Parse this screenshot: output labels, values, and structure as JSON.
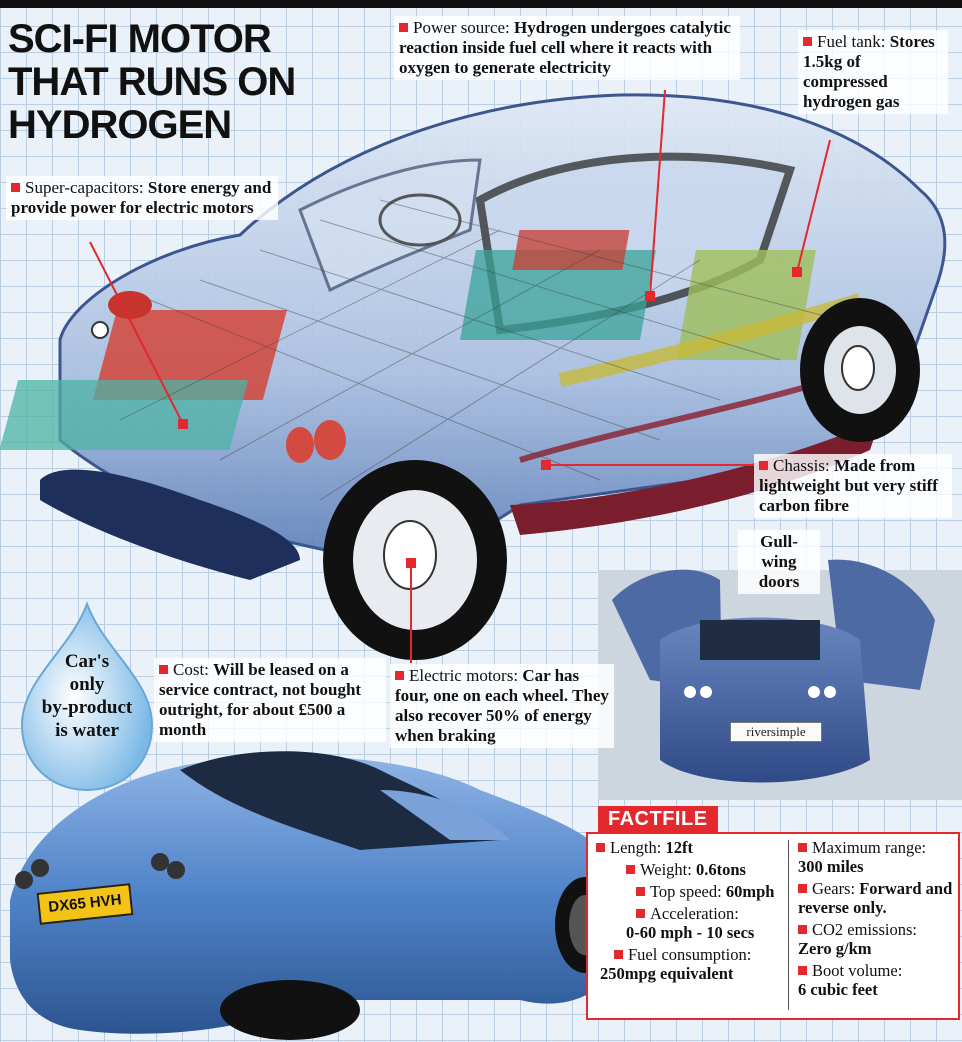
{
  "title": {
    "line1": "SCI-FI MOTOR",
    "line2": "THAT RUNS ON",
    "line3": "HYDROGEN"
  },
  "colors": {
    "accent_red": "#e3282e",
    "car_blue": "#4a78c0",
    "grid_bg": "#eaf1f8"
  },
  "callouts": {
    "super_capacitors": {
      "label": "Super-capacitors:",
      "text": "Store energy and provide power for electric motors"
    },
    "power_source": {
      "label": "Power source:",
      "text": "Hydrogen undergoes catalytic reaction inside fuel cell where it reacts with oxygen to generate electricity"
    },
    "fuel_tank": {
      "label": "Fuel tank:",
      "text": "Stores 1.5kg of compressed hydrogen gas"
    },
    "chassis": {
      "label": "Chassis:",
      "text": "Made from lightweight but very stiff carbon fibre"
    },
    "gull_wing": {
      "text": "Gull-wing doors"
    },
    "cost": {
      "label": "Cost:",
      "text": "Will be leased on a service contract, not bought outright, for about £500 a month"
    },
    "electric_motors": {
      "label": "Electric motors:",
      "text": "Car has four, one on each wheel. They also recover 50% of energy when braking"
    }
  },
  "drop": {
    "line1": "Car's",
    "line2": "only",
    "line3": "by-product",
    "line4": "is water"
  },
  "plate": "DX65 HVH",
  "brand_badge": "riversimple",
  "factfile": {
    "heading": "FACTFILE",
    "left": [
      {
        "label": "Length:",
        "value": "12ft"
      },
      {
        "label": "Weight:",
        "value": "0.6tons"
      },
      {
        "label": "Top speed:",
        "value": "60mph"
      },
      {
        "label": "Acceleration:",
        "value": "0-60 mph - 10 secs"
      },
      {
        "label": "Fuel consumption:",
        "value": "250mpg equivalent"
      }
    ],
    "right": [
      {
        "label": "Maximum range:",
        "value": "300 miles"
      },
      {
        "label": "Gears:",
        "value": "Forward and reverse only."
      },
      {
        "label": "CO2 emissions:",
        "value": "Zero g/km"
      },
      {
        "label": "Boot volume:",
        "value": "6 cubic feet"
      }
    ]
  }
}
